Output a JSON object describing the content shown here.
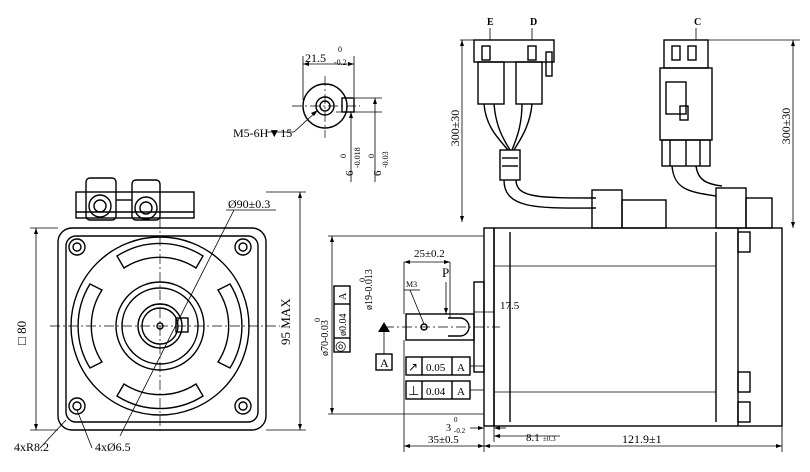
{
  "connectors": {
    "e": "E",
    "d": "D",
    "c": "C"
  },
  "cable_lengths": {
    "left": "300±30",
    "right": "300±30"
  },
  "shaft_end": {
    "width": "21.5",
    "width_tol_top": "0",
    "width_tol_bottom": "-0.2",
    "thread": "M5-6H▼15",
    "dia1_base": "6",
    "dia1_tol_top": "0",
    "dia1_tol_bottom": "-0.018",
    "dia2_base": "6",
    "dia2_tol_top": "0",
    "dia2_tol_bottom": "-0.03"
  },
  "front_view": {
    "pcd": "Ø90±0.3",
    "flange": "□ 80",
    "max": "95 MAX",
    "corner_radius": "4xR8.2",
    "holes": "4xØ6.5"
  },
  "side_view": {
    "key_len": "25±0.2",
    "p_label": "P",
    "m3": "M3",
    "shaft_dia": "ø19-0.013",
    "shaft_dia_tol": "0",
    "pilot_dia": "ø70-0.03",
    "pilot_tol": "0",
    "concentric": "◎",
    "conc_val": "ø0.04",
    "conc_ref": "A",
    "datum": "A",
    "runout_sym": "↗",
    "runout_val": "0.05",
    "runout_ref": "A",
    "perp_sym": "⊥",
    "perp_val": "0.04",
    "perp_ref": "A",
    "dim_17_5": "17.5",
    "flange_thk": "3",
    "flange_thk_tol_top": "0",
    "flange_thk_tol_bottom": "-0.2",
    "dim_8_1": "8.1",
    "dim_8_1_tol": "±0.3",
    "shaft_len": "35±0.5",
    "body_len": "121.9±1"
  }
}
